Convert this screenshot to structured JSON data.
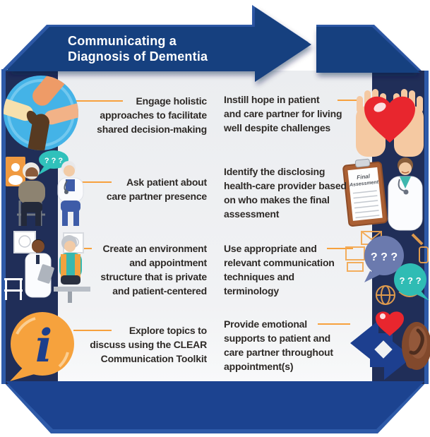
{
  "title": {
    "lines": [
      "Communicating a",
      "Diagnosis of Dementia"
    ]
  },
  "rows": [
    {
      "left": {
        "icon": "joined-hands-icon",
        "lines": [
          "Engage holistic",
          "approaches to facilitate",
          "shared decision-making"
        ]
      },
      "right": {
        "icon": "heart-in-hands-icon",
        "lines": [
          "Instill hope in patient",
          "and care partner for living",
          "well despite challenges"
        ]
      }
    },
    {
      "left": {
        "icon": "patient-care-partner-icon",
        "lines": [
          "Ask patient about",
          "care partner presence"
        ]
      },
      "right": {
        "icon": "doctor-final-assessment-icon",
        "lines": [
          "Identify the disclosing",
          "health-care provider based",
          "on who makes the final",
          "assessment"
        ]
      }
    },
    {
      "left": {
        "icon": "private-appointment-icon",
        "lines": [
          "Create an environment",
          "and appointment",
          "structure that is private",
          "and patient-centered"
        ]
      },
      "right": {
        "icon": "question-bubbles-icon",
        "lines": [
          "Use appropriate and",
          "relevant communication",
          "techniques and",
          "terminology"
        ]
      }
    },
    {
      "left": {
        "icon": "info-icon",
        "lines": [
          "Explore topics to",
          "discuss using the CLEAR",
          "Communication Toolkit"
        ]
      },
      "right": {
        "icon": "listening-support-icon",
        "lines": [
          "Provide emotional",
          "supports to patient and",
          "care partner throughout",
          "appointment(s)"
        ]
      }
    }
  ],
  "decor": {
    "question_marks": "? ? ?",
    "clipboard_label": [
      "Final",
      "Assessment"
    ],
    "info_glyph": "i"
  },
  "colors": {
    "frame_navy": "#202e58",
    "banner_blue": "#19407f",
    "bottom_blue": "#1c4390",
    "edge_blue": "#2e5aa8",
    "panel_gray": "#eef0f2",
    "accent_orange": "#f7a13d",
    "heart_red": "#e8262e",
    "teal": "#2fbcb4",
    "purple": "#6b7aae",
    "text_dark": "#2e2a27"
  }
}
